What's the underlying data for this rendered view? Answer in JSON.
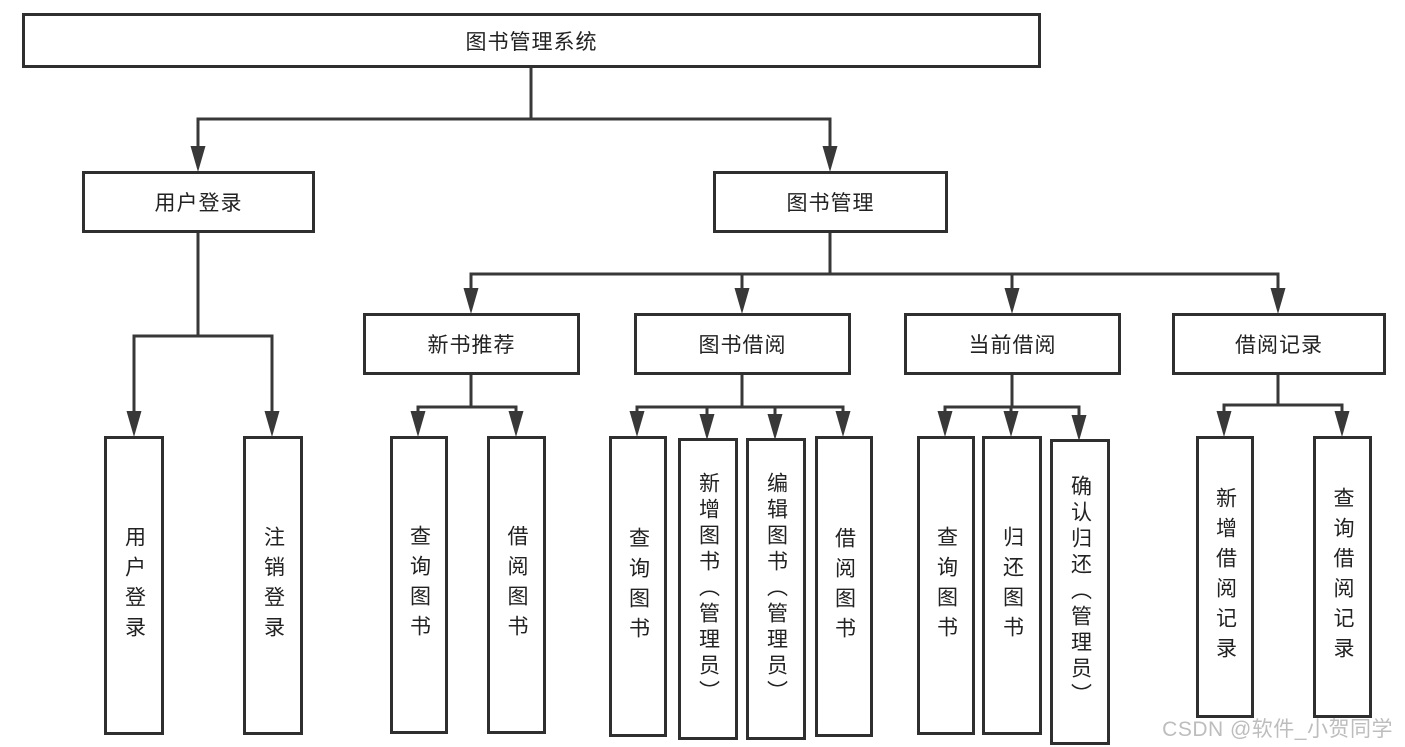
{
  "diagram": {
    "root": {
      "label": "图书管理系统"
    },
    "level2": [
      {
        "label": "用户登录",
        "children": [
          {
            "label": "用户登录"
          },
          {
            "label": "注销登录"
          }
        ]
      },
      {
        "label": "图书管理",
        "groups": [
          {
            "label": "新书推荐",
            "children": [
              {
                "label": "查询图书"
              },
              {
                "label": "借阅图书"
              }
            ]
          },
          {
            "label": "图书借阅",
            "children": [
              {
                "label": "查询图书"
              },
              {
                "label": "新增图书（管理员）"
              },
              {
                "label": "编辑图书（管理员）"
              },
              {
                "label": "借阅图书"
              }
            ]
          },
          {
            "label": "当前借阅",
            "children": [
              {
                "label": "查询图书"
              },
              {
                "label": "归还图书"
              },
              {
                "label": "确认归还（管理员）"
              }
            ]
          },
          {
            "label": "借阅记录",
            "children": [
              {
                "label": "新增借阅记录"
              },
              {
                "label": "查询借阅记录"
              }
            ]
          }
        ]
      }
    ]
  },
  "watermark": {
    "text": "CSDN @软件_小贺同学"
  },
  "colors": {
    "background": "#ffffff",
    "box_fill": "#ffffff",
    "box_border": "#2f2f2f",
    "line": "#383838",
    "text": "#222222",
    "watermark": "#bdbdbd"
  }
}
